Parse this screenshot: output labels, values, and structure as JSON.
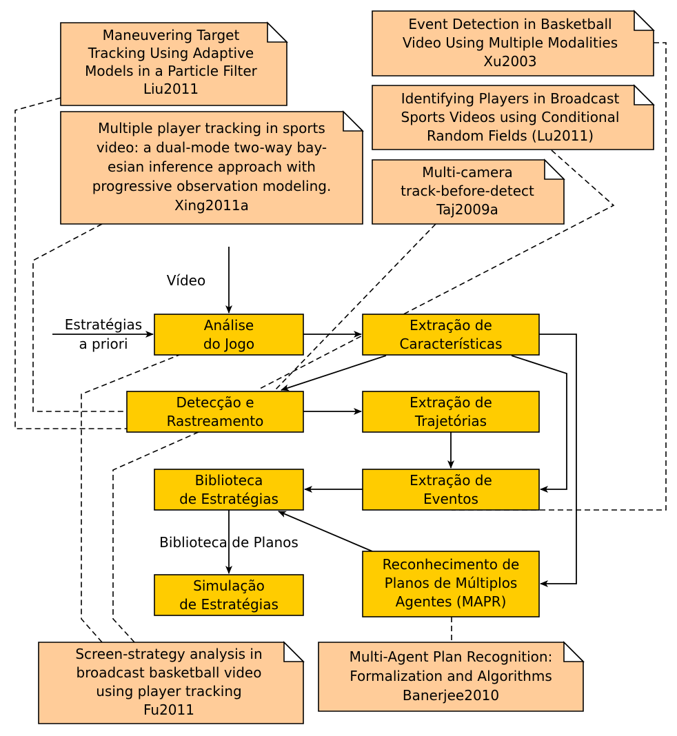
{
  "process_boxes": {
    "analise": [
      "Análise",
      "do Jogo"
    ],
    "extracao_caracteristicas": [
      "Extração de",
      "Características"
    ],
    "deteccao": [
      "Detecção e",
      "Rastreamento"
    ],
    "extracao_trajetorias": [
      "Extração de",
      "Trajetórias"
    ],
    "biblioteca": [
      "Biblioteca",
      "de Estratégias"
    ],
    "extracao_eventos": [
      "Extração de",
      "Eventos"
    ],
    "simulacao": [
      "Simulação",
      "de Estratégias"
    ],
    "mapr": [
      "Reconhecimento de",
      "Planos de Múltiplos",
      "Agentes (MAPR)"
    ]
  },
  "notes": {
    "liu2011": [
      "Maneuvering Target",
      "Tracking Using Adaptive",
      "Models in a Particle Filter",
      "Liu2011"
    ],
    "xing2011a": [
      "Multiple player tracking in sports",
      "video: a dual-mode two-way bay-",
      "esian inference approach with",
      "progressive observation modeling.",
      "Xing2011a"
    ],
    "xu2003": [
      "Event Detection in Basketball",
      "Video Using Multiple Modalities",
      "Xu2003"
    ],
    "lu2011": [
      "Identifying Players in Broadcast",
      "Sports Videos using Conditional",
      "Random Fields (Lu2011)"
    ],
    "taj2009a": [
      "Multi-camera",
      "track-before-detect",
      "Taj2009a"
    ],
    "fu2011": [
      "Screen-strategy analysis in",
      "broadcast basketball video",
      "using player tracking",
      "Fu2011"
    ],
    "banerjee2010": [
      "Multi-Agent Plan Recognition:",
      "Formalization and Algorithms",
      "Banerjee2010"
    ]
  },
  "edge_labels": {
    "video": "Vídeo",
    "estrategias_a_priori": [
      "Estratégias",
      "a priori"
    ],
    "biblioteca_de_planos": "Biblioteca de Planos"
  }
}
